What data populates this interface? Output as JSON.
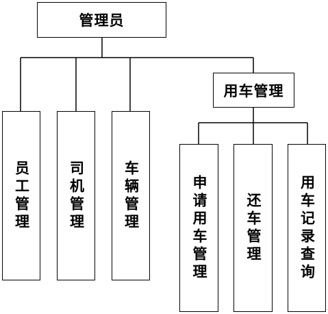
{
  "diagram": {
    "root": "管理员",
    "children": [
      "员工管理",
      "司机管理",
      "车辆管理",
      {
        "label": "用车管理",
        "children": [
          "申请用车管理",
          "还车管理",
          "用车记录查询"
        ]
      }
    ]
  }
}
